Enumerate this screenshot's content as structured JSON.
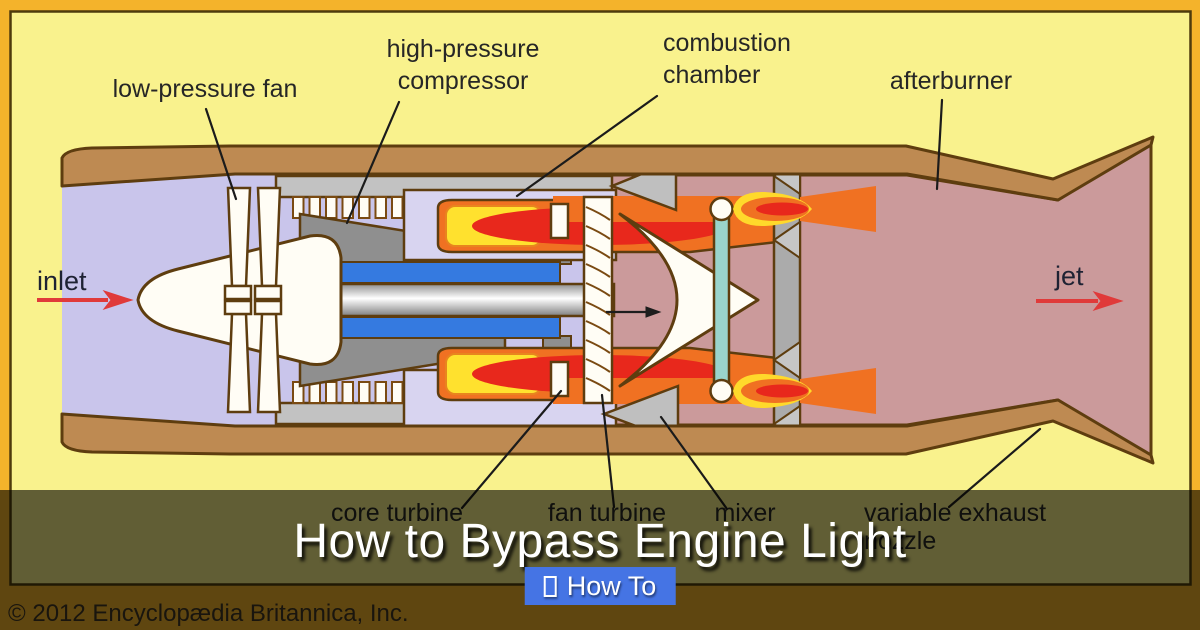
{
  "overlay": {
    "title": "How to Bypass Engine Light",
    "button": {
      "label": "How To",
      "icon": "missing-glyph-box"
    }
  },
  "diagram": {
    "copyright": "© 2012 Encyclopædia Britannica, Inc.",
    "labels": {
      "low_pressure_fan": "low-pressure fan",
      "high_pressure_compressor": [
        "high-pressure",
        "compressor"
      ],
      "combustion_chamber": [
        "combustion",
        "chamber"
      ],
      "afterburner": "afterburner",
      "inlet": "inlet",
      "jet": "jet",
      "core_turbine": "core turbine",
      "fan_turbine": "fan turbine",
      "mixer": "mixer",
      "variable_exhaust_nozzle": [
        "variable exhaust",
        "nozzle"
      ]
    },
    "colors": {
      "frame_orange": "#f4b32b",
      "panel_yellow": "#f9f28d",
      "casing_brown": "#be8a52",
      "outline_brown": "#5e3d0f",
      "inlet_lavender": "#c9c5eb",
      "afterburner_mauve": "#cb9a9b",
      "shaft_blue": "#357ae0",
      "flame_yellow": "#ffd92b",
      "flame_orange": "#f07122",
      "flame_red": "#e8281c",
      "spray_bar_teal": "#9ad4cc",
      "arrow_red": "#e03a3a",
      "button_blue": "#4574e4"
    }
  }
}
